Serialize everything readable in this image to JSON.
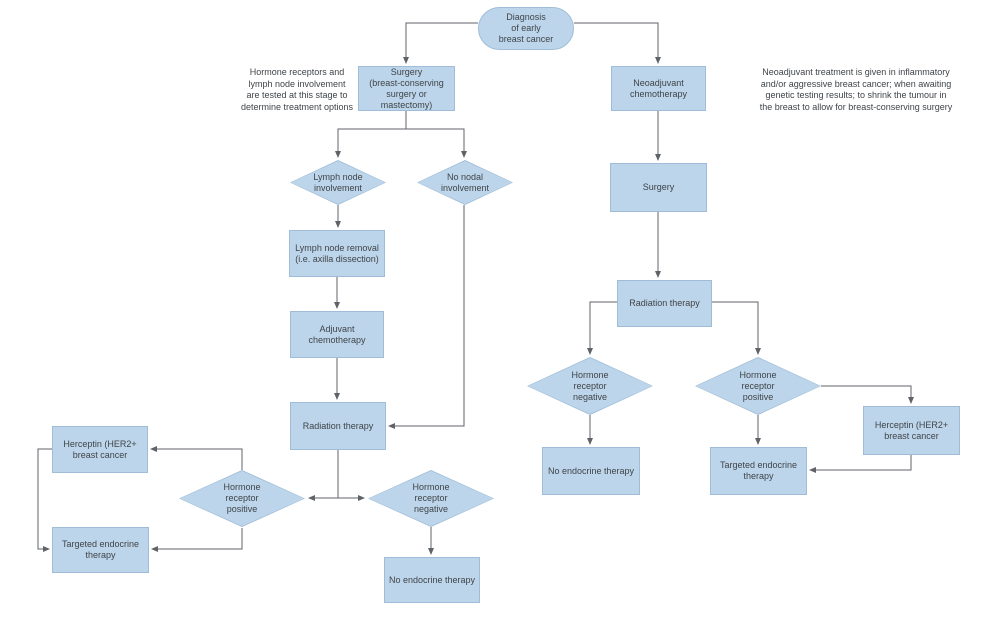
{
  "colors": {
    "node_fill": "#bdd5ea",
    "node_border": "#9fbdd8",
    "edge_line": "#5f6368",
    "text": "#3f4449"
  },
  "nodes": {
    "diagnosis": {
      "label": "Diagnosis\nof early\nbreast cancer",
      "shape": "stadium"
    },
    "surgery_left": {
      "label": "Surgery\n(breast-conserving\nsurgery or\nmastectomy)",
      "shape": "box"
    },
    "neoadjuvant_chemotherapy": {
      "label": "Neoadjuvant\nchemotherapy",
      "shape": "box"
    },
    "lymph_node_involvement": {
      "label": "Lymph node\ninvolvement",
      "shape": "diamond"
    },
    "no_nodal_involvement": {
      "label": "No nodal\ninvolvement",
      "shape": "diamond"
    },
    "lymph_node_removal": {
      "label": "Lymph node removal\n(i.e. axilla dissection)",
      "shape": "box"
    },
    "adjuvant_chemotherapy": {
      "label": "Adjuvant\nchemotherapy",
      "shape": "box"
    },
    "radiation_left": {
      "label": "Radiation therapy",
      "shape": "box"
    },
    "hr_positive_left": {
      "label": "Hormone\nreceptor\npositive",
      "shape": "diamond"
    },
    "hr_negative_left": {
      "label": "Hormone\nreceptor\nnegative",
      "shape": "diamond"
    },
    "herceptin_left": {
      "label": "Herceptin (HER2+\nbreast cancer",
      "shape": "box"
    },
    "targeted_left": {
      "label": "Targeted endocrine\ntherapy",
      "shape": "box"
    },
    "no_endocrine_left": {
      "label": "No endocrine therapy",
      "shape": "box"
    },
    "surgery_right": {
      "label": "Surgery",
      "shape": "box"
    },
    "radiation_right": {
      "label": "Radiation therapy",
      "shape": "box"
    },
    "hr_negative_right": {
      "label": "Hormone\nreceptor\nnegative",
      "shape": "diamond"
    },
    "hr_positive_right": {
      "label": "Hormone\nreceptor\npositive",
      "shape": "diamond"
    },
    "no_endocrine_right": {
      "label": "No endocrine therapy",
      "shape": "box"
    },
    "targeted_right": {
      "label": "Targeted endocrine\ntherapy",
      "shape": "box"
    },
    "herceptin_right": {
      "label": "Herceptin (HER2+\nbreast cancer",
      "shape": "box"
    }
  },
  "annotations": {
    "left": "Hormone receptors and\nlymph node involvement\nare tested at this stage to\ndetermine treatment options",
    "right": "Neoadjuvant treatment is given in inflammatory\nand/or aggressive breast cancer; when awaiting\ngenetic testing results; to shrink the tumour in\nthe breast to allow for breast-conserving surgery"
  },
  "edges": [
    {
      "from": "diagnosis",
      "to": "surgery_left"
    },
    {
      "from": "diagnosis",
      "to": "neoadjuvant_chemotherapy"
    },
    {
      "from": "surgery_left",
      "to": "lymph_node_involvement"
    },
    {
      "from": "surgery_left",
      "to": "no_nodal_involvement"
    },
    {
      "from": "lymph_node_involvement",
      "to": "lymph_node_removal"
    },
    {
      "from": "lymph_node_removal",
      "to": "adjuvant_chemotherapy"
    },
    {
      "from": "adjuvant_chemotherapy",
      "to": "radiation_left"
    },
    {
      "from": "no_nodal_involvement",
      "to": "radiation_left"
    },
    {
      "from": "radiation_left",
      "to": "hr_positive_left"
    },
    {
      "from": "radiation_left",
      "to": "hr_negative_left"
    },
    {
      "from": "hr_positive_left",
      "to": "herceptin_left"
    },
    {
      "from": "hr_positive_left",
      "to": "targeted_left"
    },
    {
      "from": "herceptin_left",
      "to": "targeted_left"
    },
    {
      "from": "hr_negative_left",
      "to": "no_endocrine_left"
    },
    {
      "from": "neoadjuvant_chemotherapy",
      "to": "surgery_right"
    },
    {
      "from": "surgery_right",
      "to": "radiation_right"
    },
    {
      "from": "radiation_right",
      "to": "hr_negative_right"
    },
    {
      "from": "radiation_right",
      "to": "hr_positive_right"
    },
    {
      "from": "hr_negative_right",
      "to": "no_endocrine_right"
    },
    {
      "from": "hr_positive_right",
      "to": "targeted_right"
    },
    {
      "from": "hr_positive_right",
      "to": "herceptin_right"
    },
    {
      "from": "herceptin_right",
      "to": "targeted_right"
    }
  ]
}
